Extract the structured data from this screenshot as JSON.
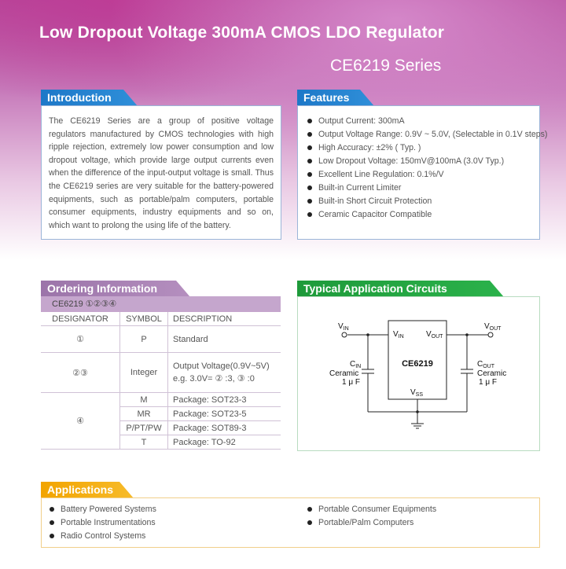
{
  "header": {
    "title": "Low Dropout Voltage 300mA CMOS LDO Regulator",
    "series": "CE6219 Series"
  },
  "intro": {
    "heading": "Introduction",
    "text": "The CE6219 Series are a group of positive voltage regulators manufactured by CMOS technologies with high ripple rejection, extremely low power consumption and low dropout voltage, which provide large output currents even when the difference of    the input-output voltage is small. Thus the CE6219 series are very suitable for the battery-powered equipments, such as portable/palm computers, portable consumer equipments, industry equipments and so on, which want to prolong the using life of the battery."
  },
  "features": {
    "heading": "Features",
    "items": [
      "Output Current: 300mA",
      "Output Voltage Range: 0.9V ~ 5.0V, (Selectable in 0.1V steps)",
      "High Accuracy: ±2% ( Typ. )",
      "Low Dropout Voltage: 150mV@100mA (3.0V Typ.)",
      "Excellent Line Regulation: 0.1%/V",
      "Built-in Current Limiter",
      "Built-in Short Circuit Protection",
      "Ceramic Capacitor Compatible"
    ]
  },
  "ordering": {
    "heading": "Ordering Information",
    "part": "CE6219 ①②③④",
    "columns": [
      "DESIGNATOR",
      "SYMBOL",
      "DESCRIPTION"
    ],
    "rows": [
      {
        "designator": "①",
        "symbol": "P",
        "description": "Standard"
      },
      {
        "designator": "②③",
        "symbol": "Integer",
        "description_line1": "Output Voltage(0.9V~5V)",
        "description_line2": "e.g. 3.0V= ② :3, ③ :0"
      },
      {
        "designator": "④",
        "packages": [
          {
            "symbol": "M",
            "description": "Package: SOT23-3"
          },
          {
            "symbol": "MR",
            "description": "Package: SOT23-5"
          },
          {
            "symbol": "P/PT/PW",
            "description": "Package: SOT89-3"
          },
          {
            "symbol": "T",
            "description": "Package: TO-92"
          }
        ]
      }
    ]
  },
  "circuit": {
    "heading": "Typical Application Circuits",
    "chip": "CE6219",
    "vin": "V",
    "vin_sub": "IN",
    "vout": "V",
    "vout_sub": "OUT",
    "pin_vin": "V",
    "pin_vin_sub": "IN",
    "pin_vout": "V",
    "pin_vout_sub": "OUT",
    "pin_vss": "V",
    "pin_vss_sub": "SS",
    "cin": "C",
    "cin_sub": "IN",
    "cin_type": "Ceramic",
    "cin_value": "1 μ F",
    "cout": "C",
    "cout_sub": "OUT",
    "cout_type": "Ceramic",
    "cout_value": "1 μ F"
  },
  "applications": {
    "heading": "Applications",
    "left": [
      "Battery Powered Systems",
      "Portable Instrumentations",
      "Radio Control Systems"
    ],
    "right": [
      "Portable Consumer Equipments",
      "Portable/Palm Computers"
    ]
  }
}
